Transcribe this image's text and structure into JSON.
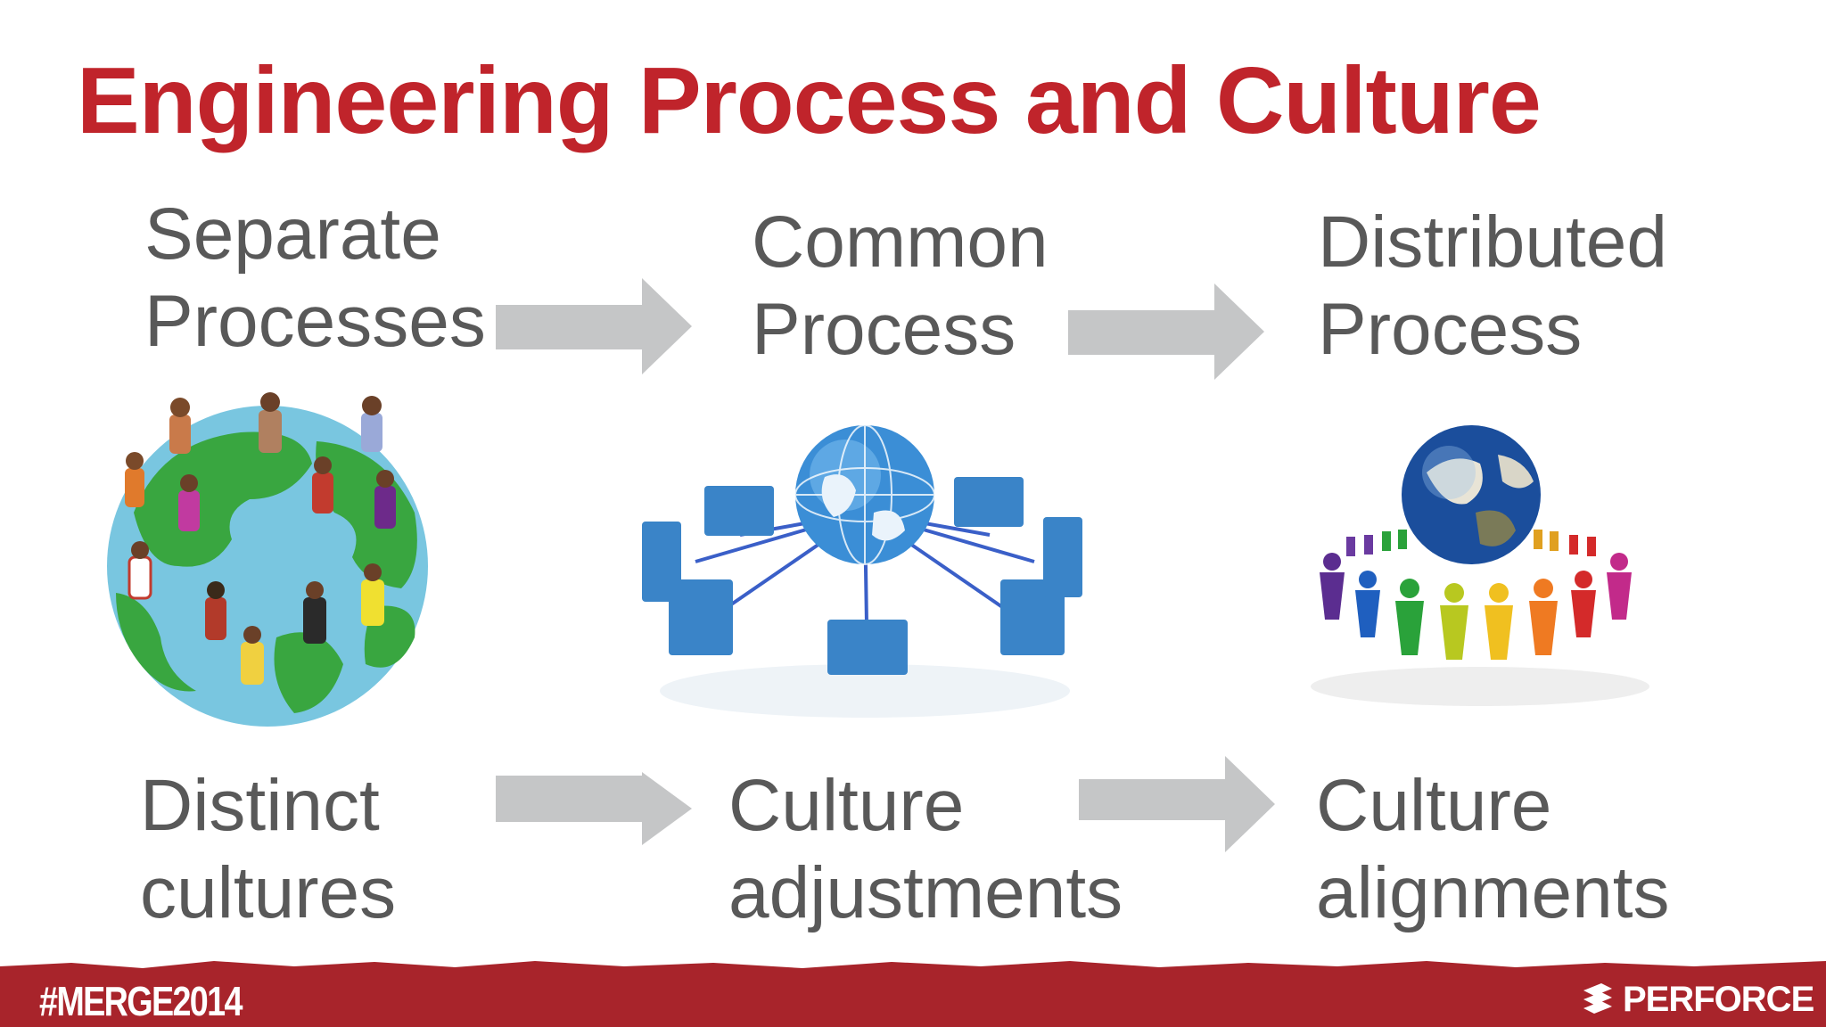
{
  "title": "Engineering Process and Culture",
  "process_row": [
    {
      "line1": "Separate",
      "line2": "Processes"
    },
    {
      "line1": "Common",
      "line2": "Process"
    },
    {
      "line1": "Distributed",
      "line2": "Process"
    }
  ],
  "culture_row": [
    {
      "line1": "Distinct",
      "line2": "cultures"
    },
    {
      "line1": "Culture",
      "line2": "adjustments"
    },
    {
      "line1": "Culture",
      "line2": "alignments"
    }
  ],
  "images": [
    "globe-with-diverse-people",
    "globe-network-folders",
    "earth-with-people-ring"
  ],
  "footer": {
    "hashtag": "#MERGE2014",
    "brand": "PERFORCE"
  },
  "colors": {
    "title": "#c0242b",
    "text": "#595959",
    "arrow": "#c5c6c7",
    "footer": "#a8242b"
  }
}
